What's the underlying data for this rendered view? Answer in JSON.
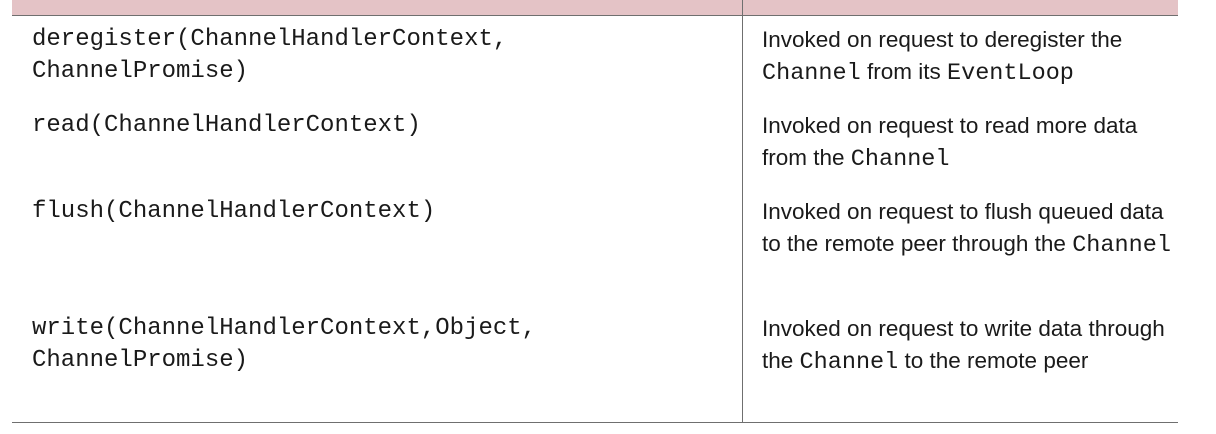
{
  "rows": [
    {
      "method": "deregister(ChannelHandlerContext,\nChannelPromise)",
      "description": [
        {
          "t": "Invoked on request to deregister the "
        },
        {
          "t": "Channel",
          "code": true
        },
        {
          "t": " from its "
        },
        {
          "t": "EventLoop",
          "code": true
        }
      ]
    },
    {
      "method": "read(ChannelHandlerContext)",
      "description": [
        {
          "t": "Invoked on request to read more data from the "
        },
        {
          "t": "Channel",
          "code": true
        }
      ]
    },
    {
      "method": "flush(ChannelHandlerContext)",
      "description": [
        {
          "t": "Invoked on request to flush queued data to the remote peer through the "
        },
        {
          "t": "Channel",
          "code": true
        }
      ]
    },
    {
      "method": "write(ChannelHandlerContext,Object,\nChannelPromise)",
      "description": [
        {
          "t": "Invoked on request to write data through the "
        },
        {
          "t": "Channel",
          "code": true
        },
        {
          "t": " to the remote peer"
        }
      ]
    }
  ]
}
